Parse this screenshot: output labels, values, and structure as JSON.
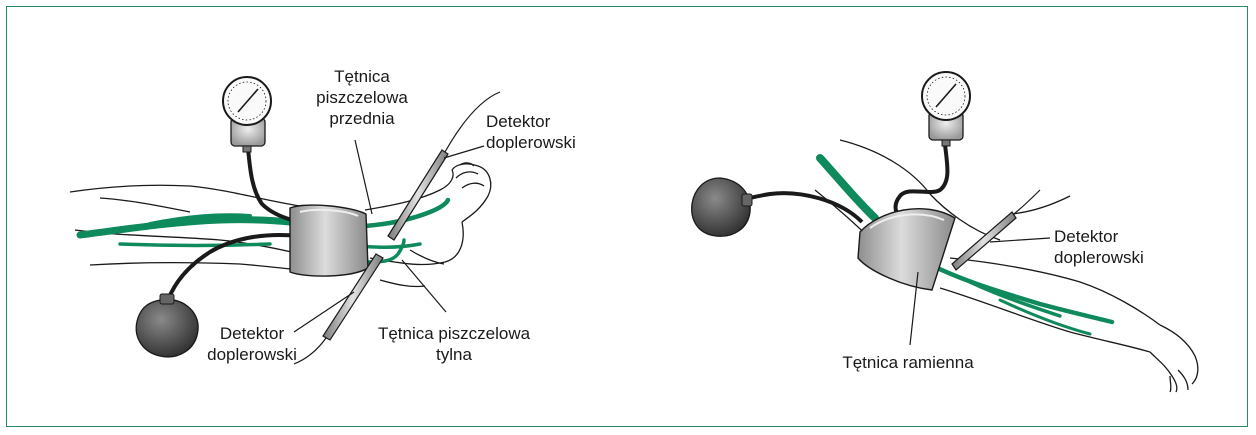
{
  "colors": {
    "frame": "#2a8a63",
    "artery": "#0f8a5c",
    "cuff": "#b9b9b9",
    "bulb": "#555555",
    "outline": "#1a1a1a"
  },
  "left_figure": {
    "labels": {
      "anterior_tibial": "Tętnica\npiszczelowa\nprzednia",
      "doppler_top": "Detektor\ndoplerowski",
      "doppler_bottom": "Detektor\ndoplerowski",
      "posterior_tibial": "Tętnica piszczelowa\ntylna"
    }
  },
  "right_figure": {
    "labels": {
      "doppler": "Detektor\ndoplerowski",
      "brachial": "Tętnica ramienna"
    }
  }
}
